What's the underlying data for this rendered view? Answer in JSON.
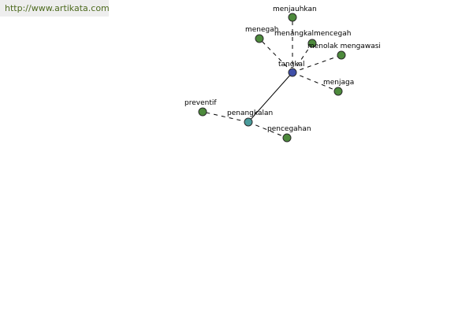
{
  "source": {
    "text": "http://www.artikata.com"
  },
  "colors": {
    "root": "#3f4fa8",
    "hub": "#4a9b9b",
    "leaf": "#4d8a3c"
  },
  "graph": {
    "nodes": [
      {
        "id": "tangkal",
        "label": "tangkal",
        "kind": "root"
      },
      {
        "id": "menjauhkan",
        "label": "menjauhkan",
        "kind": "leaf"
      },
      {
        "id": "menegah",
        "label": "menegah",
        "kind": "leaf"
      },
      {
        "id": "menangkal",
        "label": "menangkal",
        "kind": "leaf"
      },
      {
        "id": "mencegah",
        "label": "mencegah",
        "kind": "leaf"
      },
      {
        "id": "menolak-mengawasi",
        "label": "menolak mengawasi",
        "kind": "leaf"
      },
      {
        "id": "menjaga",
        "label": "menjaga",
        "kind": "leaf"
      },
      {
        "id": "penangkalan",
        "label": "penangkalan",
        "kind": "hub"
      },
      {
        "id": "preventif",
        "label": "preventif",
        "kind": "leaf"
      },
      {
        "id": "pencegahan",
        "label": "pencegahan",
        "kind": "leaf"
      }
    ],
    "edges": [
      {
        "from": "tangkal",
        "to": "menjauhkan",
        "style": "dashed"
      },
      {
        "from": "tangkal",
        "to": "menegah",
        "style": "dashed"
      },
      {
        "from": "tangkal",
        "to": "menangkal",
        "style": "dashed"
      },
      {
        "from": "tangkal",
        "to": "menolak-mengawasi",
        "style": "dashed"
      },
      {
        "from": "tangkal",
        "to": "menjaga",
        "style": "dashed"
      },
      {
        "from": "tangkal",
        "to": "penangkalan",
        "style": "solid"
      },
      {
        "from": "penangkalan",
        "to": "preventif",
        "style": "dashed"
      },
      {
        "from": "penangkalan",
        "to": "pencegahan",
        "style": "dashed"
      }
    ]
  }
}
